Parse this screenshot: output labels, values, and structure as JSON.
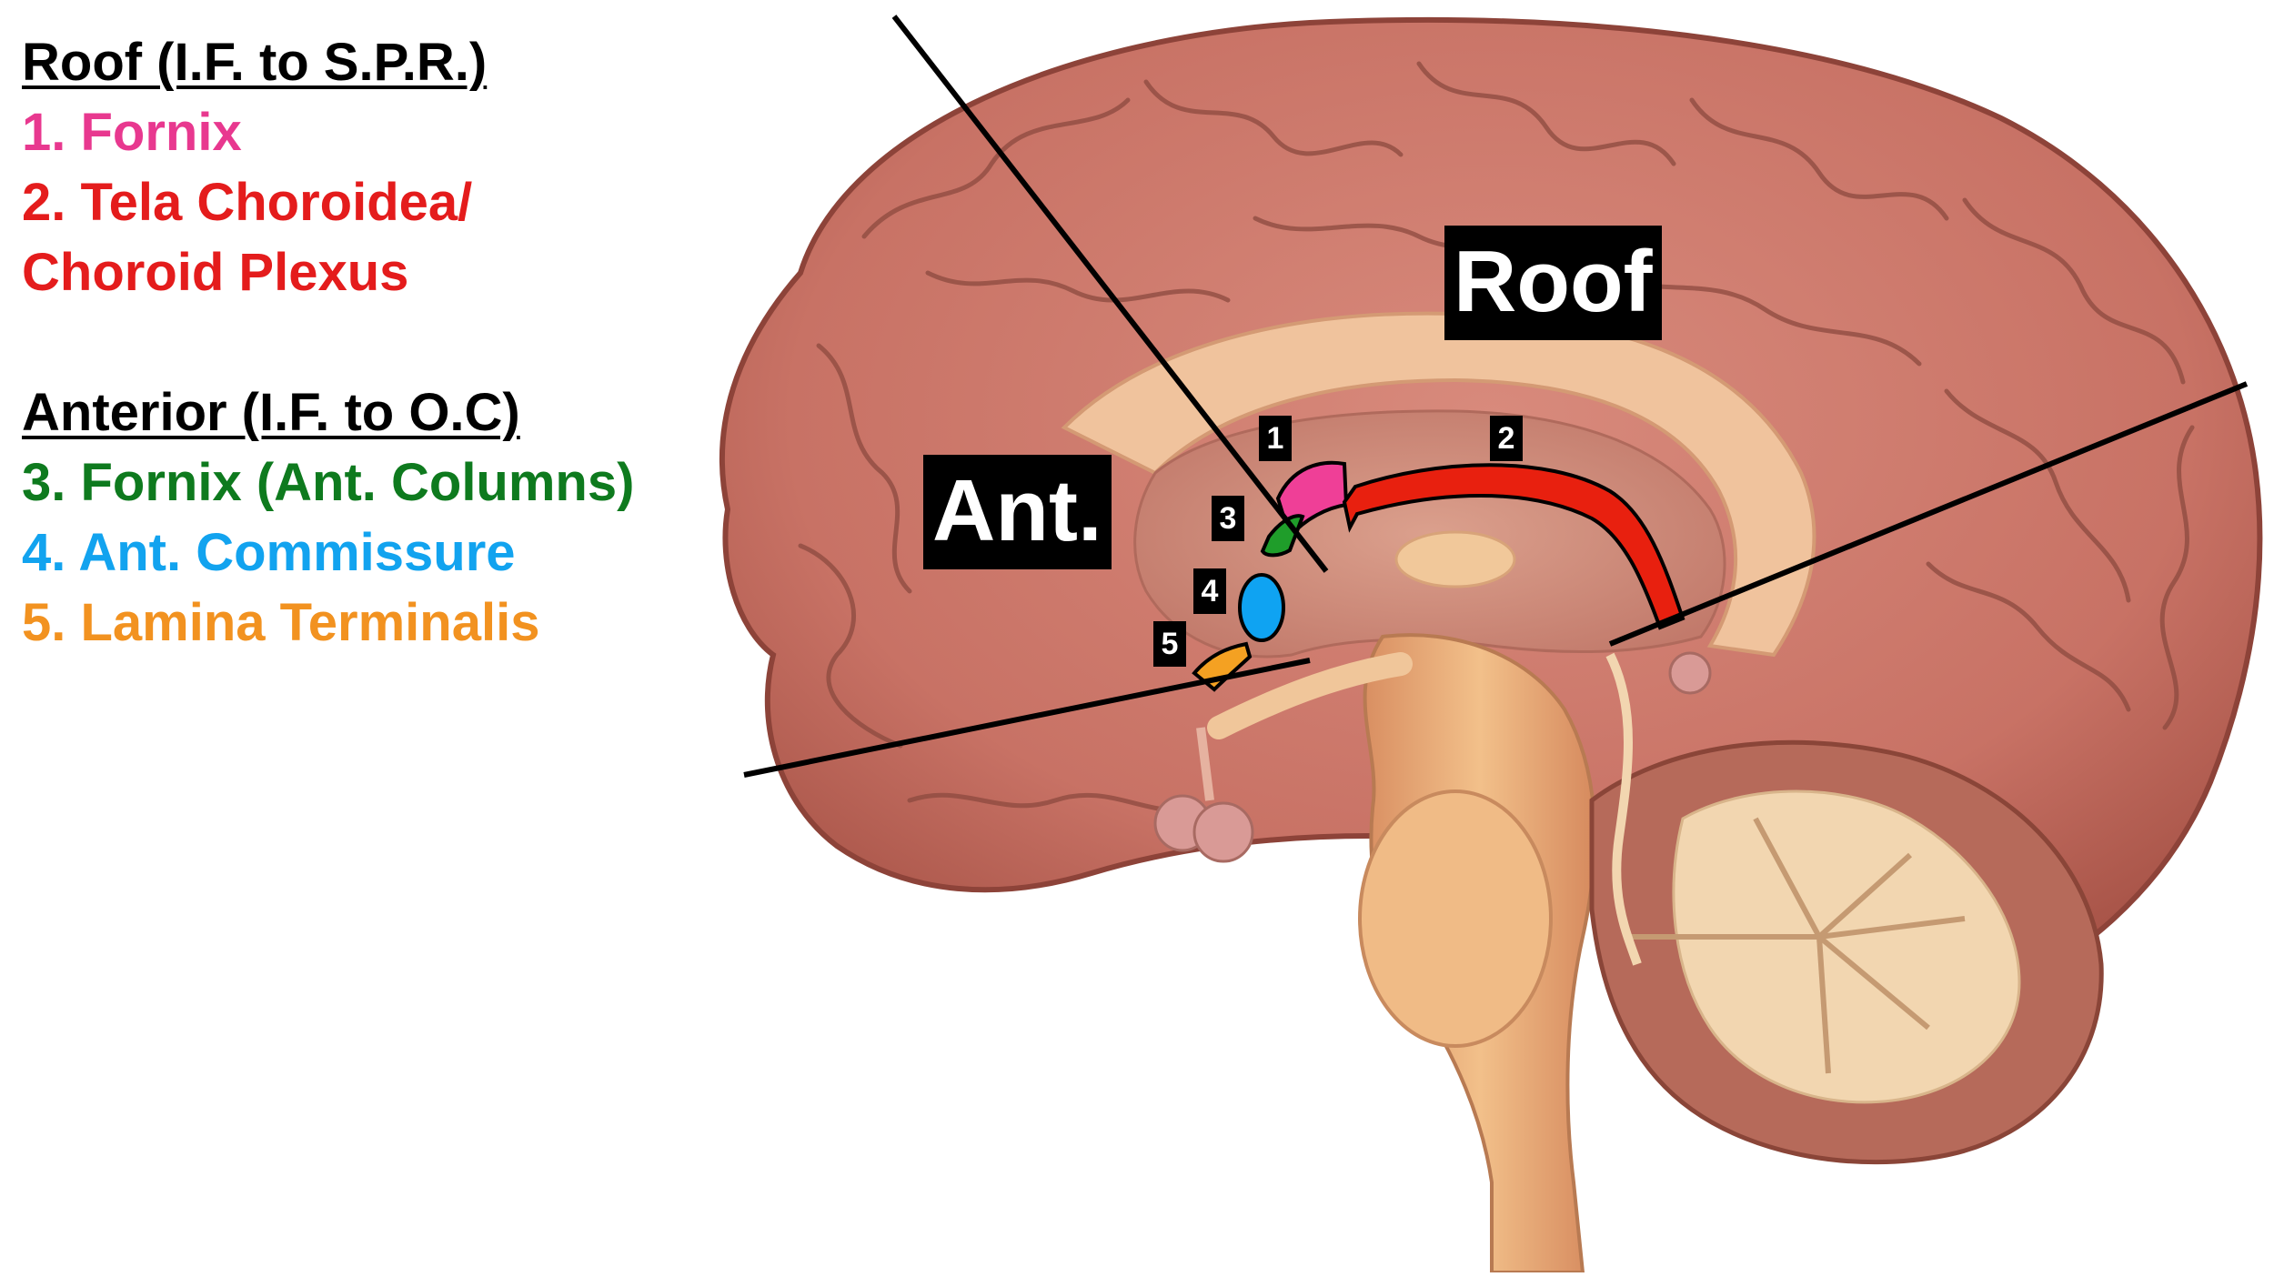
{
  "legend": {
    "roof_heading": "Roof (I.F. to S.P.R.)",
    "roof_items": [
      "1. Fornix",
      "2. Tela Choroidea/",
      "Choroid Plexus"
    ],
    "anterior_heading": "Anterior (I.F. to O.C)",
    "anterior_items": [
      "3. Fornix (Ant. Columns)",
      "4. Ant. Commissure",
      "5. Lamina Terminalis"
    ]
  },
  "labels": {
    "roof": "Roof",
    "anterior": "Ant."
  },
  "markers": [
    "1",
    "2",
    "3",
    "4",
    "5"
  ],
  "colors": {
    "fornix": "#ef3f97",
    "tela_choroidea": "#e8200f",
    "fornix_columns": "#1f9d2a",
    "ant_commissure": "#0fa3f2",
    "lamina_terminalis": "#f4a122",
    "cortex": "#c9756a",
    "white_matter": "#f2c9a3"
  }
}
